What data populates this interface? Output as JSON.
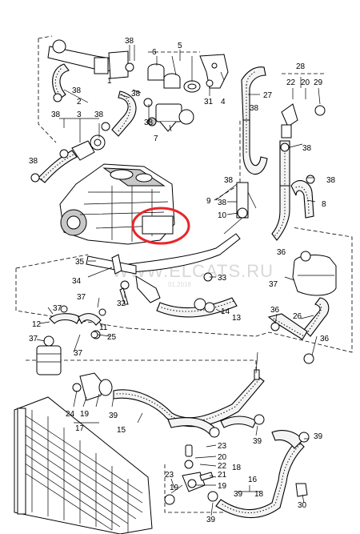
{
  "watermark": {
    "site": "WWW.ELCATS.RU",
    "date": "01.2018"
  },
  "highlight_color": "#e8262a",
  "callouts": {
    "c1": "1",
    "c2": "2",
    "c3": "3",
    "c4": "4",
    "c5": "5",
    "c6": "6",
    "c7": "7",
    "c8": "8",
    "c9": "9",
    "c10": "10",
    "c11": "11",
    "c12": "12",
    "c13": "13",
    "c14": "14",
    "c15": "15",
    "c16": "16",
    "c17": "17",
    "c18": "18",
    "c19": "19",
    "c20": "20",
    "c21": "21",
    "c22": "22",
    "c23": "23",
    "c24": "24",
    "c25": "25",
    "c26": "26",
    "c27": "27",
    "c28": "28",
    "c29": "29",
    "c30": "30",
    "c31": "31",
    "c32": "32",
    "c33": "33",
    "c34": "34",
    "c35": "35",
    "c36": "36",
    "c37": "37",
    "c38": "38",
    "c39": "39"
  }
}
